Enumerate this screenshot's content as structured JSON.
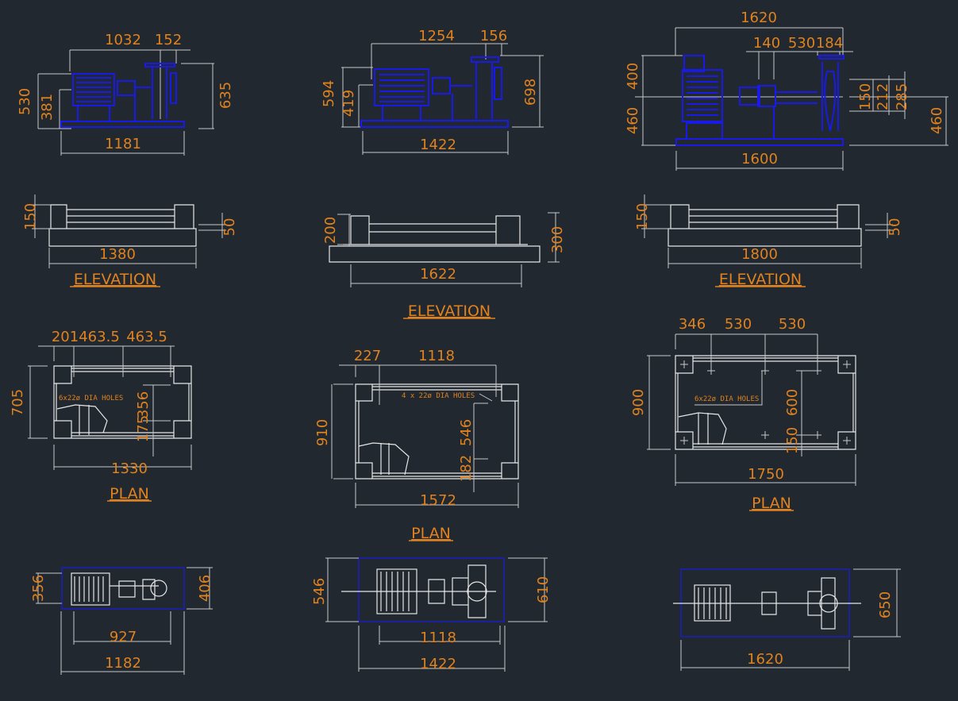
{
  "colors": {
    "background": "#212830",
    "dimension": "#e0821e",
    "pump": "#1a1ae6",
    "lines": "#e6e6e6"
  },
  "pump_side": [
    {
      "top": [
        "1032",
        "152"
      ],
      "left": [
        "530",
        "381"
      ],
      "right": "635",
      "bottom": "1181"
    },
    {
      "top": [
        "1254",
        "156"
      ],
      "left": [
        "594",
        "419"
      ],
      "right": "698",
      "bottom": "1422"
    },
    {
      "top": [
        "1620",
        "140",
        "530",
        "184"
      ],
      "left": [
        "400",
        "460"
      ],
      "right": [
        "150",
        "212",
        "285",
        "460"
      ],
      "bottom": "1600"
    }
  ],
  "elevation": [
    {
      "height": "150",
      "side": "50",
      "length": "1380",
      "title": "ELEVATION"
    },
    {
      "height": "200",
      "side": "300",
      "length": "1622",
      "title": "ELEVATION"
    },
    {
      "height": "150",
      "side": "50",
      "length": "1800",
      "title": "ELEVATION"
    }
  ],
  "plan": [
    {
      "top": [
        "201",
        "463.5",
        "463.5"
      ],
      "height": "705",
      "inner": [
        "356",
        "175"
      ],
      "length": "1330",
      "holes": "6x22ø DIA HOLES",
      "title": "PLAN"
    },
    {
      "top": [
        "227",
        "1118"
      ],
      "height": "910",
      "inner": [
        "546",
        "182"
      ],
      "length": "1572",
      "holes": "4 x 22ø DIA HOLES",
      "title": "PLAN"
    },
    {
      "top": [
        "346",
        "530",
        "530"
      ],
      "height": "900",
      "inner": [
        "600",
        "150"
      ],
      "length": "1750",
      "holes": "6x22ø DIA HOLES",
      "title": "PLAN"
    }
  ],
  "top_view": [
    {
      "left": "356",
      "right": "406",
      "inner": "927",
      "length": "1182"
    },
    {
      "left": "546",
      "right": "610",
      "inner": "1118",
      "length": "1422"
    },
    {
      "right": "650",
      "length": "1620"
    }
  ]
}
